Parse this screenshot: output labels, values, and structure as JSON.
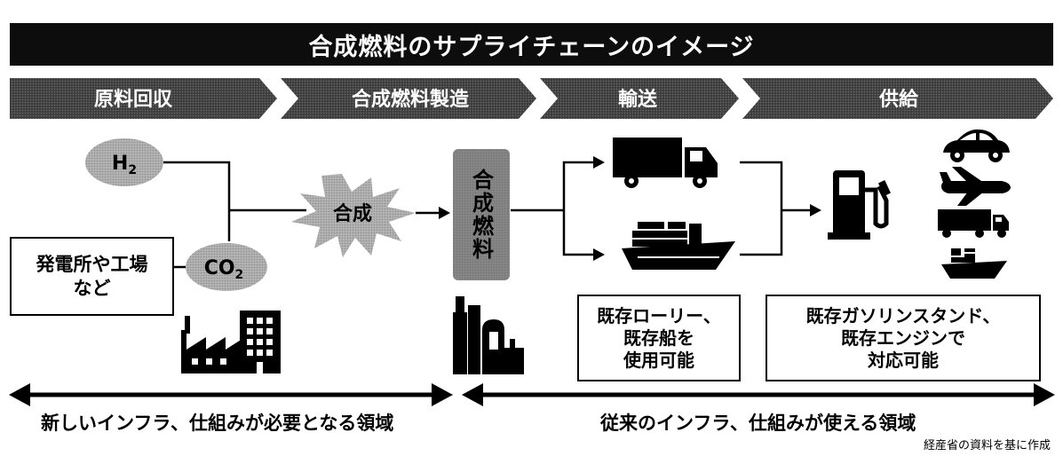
{
  "title": "合成燃料のサプライチェーンのイメージ",
  "stages": [
    "原料回収",
    "合成燃料製造",
    "輸送",
    "供給"
  ],
  "inputs": {
    "h2_main": "H",
    "h2_sub": "2",
    "co2_main": "CO",
    "co2_sub": "2"
  },
  "source_box": {
    "line1": "発電所や工場",
    "line2": "など"
  },
  "synthesis_label": "合成",
  "product_label": "合成燃料",
  "transport_box": {
    "line1": "既存ローリー、",
    "line2": "既存船を",
    "line3": "使用可能"
  },
  "supply_box": {
    "line1": "既存ガソリンスタンド、",
    "line2": "既存エンジンで",
    "line3": "対応可能"
  },
  "bottom_left": "新しいインフラ、仕組みが必要となる領域",
  "bottom_right": "従来のインフラ、仕組みが使える領域",
  "source_note": "経産省の資料を基に作成",
  "icons": [
    "factory-icon",
    "plant-icon",
    "truck-icon",
    "ship-icon",
    "gas-pump-icon",
    "car-icon",
    "airplane-icon",
    "cargo-truck-icon",
    "cargo-ship-icon"
  ]
}
